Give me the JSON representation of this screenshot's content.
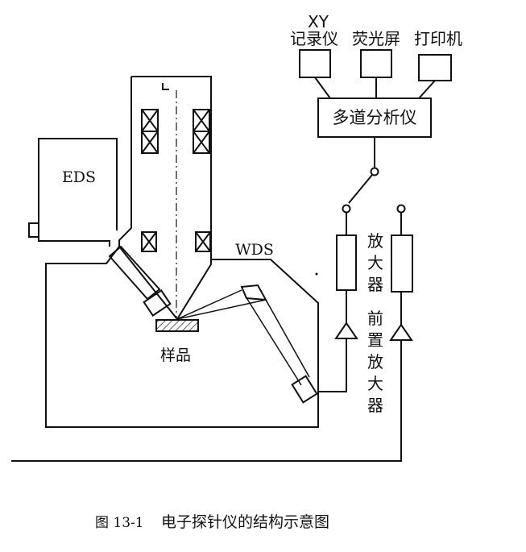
{
  "labels": {
    "xy": "XY",
    "recorder": "记录仪",
    "screen": "荧光屏",
    "printer": "打印机",
    "analyzer": "多道分析仪",
    "eds": "EDS",
    "wds": "WDS",
    "sample": "样品",
    "amplifier": [
      "放",
      "大",
      "器"
    ],
    "preamplifier": [
      "前",
      "置",
      "放",
      "大",
      "器"
    ]
  },
  "caption": {
    "number": "图 13-1",
    "title": "电子探针仪的结构示意图"
  }
}
